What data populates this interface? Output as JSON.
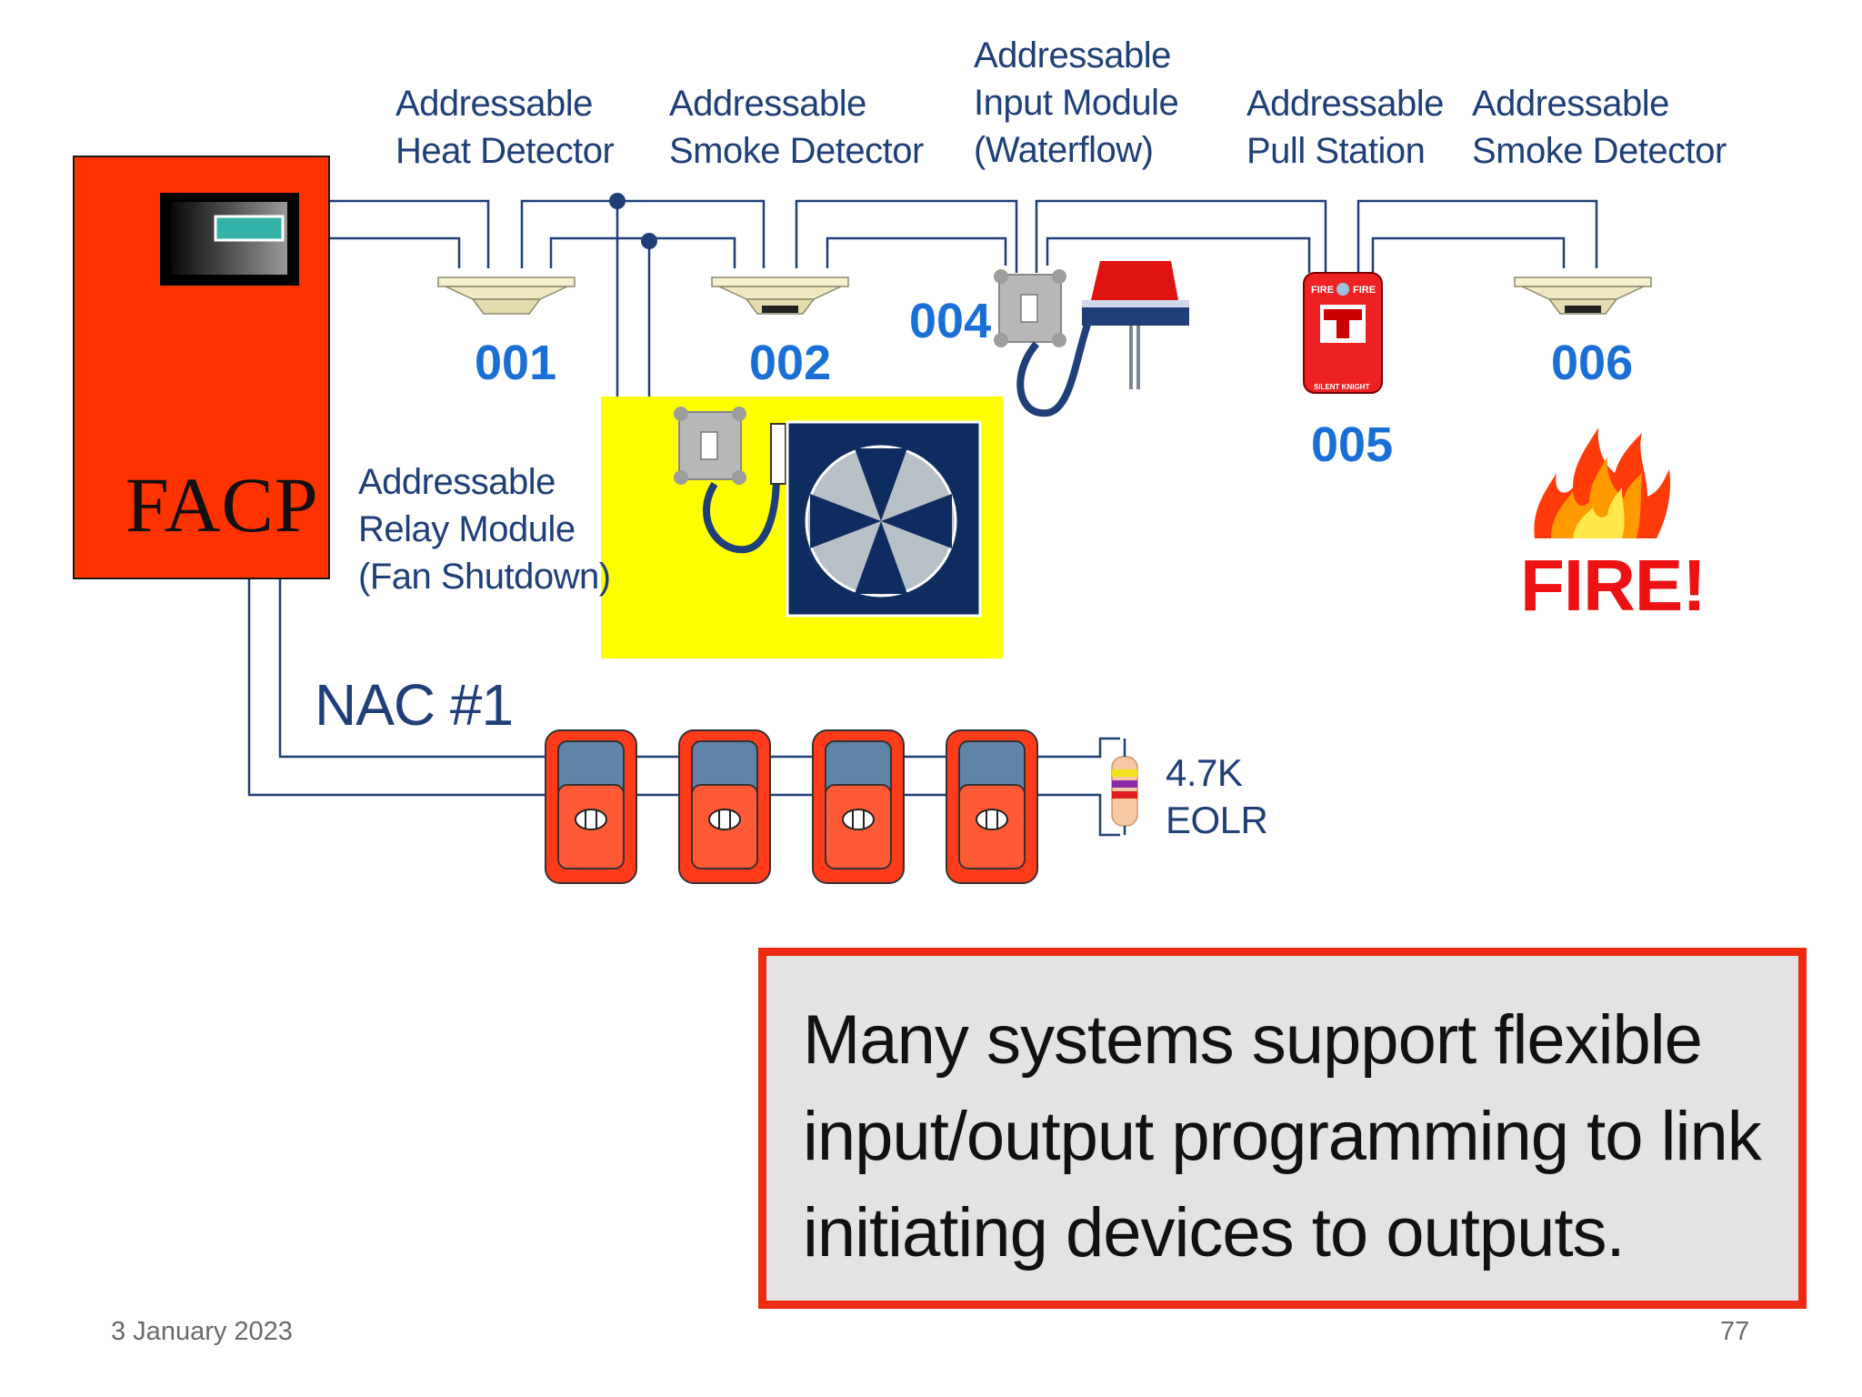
{
  "panel": {
    "label": "FACP"
  },
  "devices": {
    "heat_detector": {
      "label_line1": "Addressable",
      "label_line2": "Heat Detector",
      "address": "001"
    },
    "smoke_detector_1": {
      "label_line1": "Addressable",
      "label_line2": "Smoke Detector",
      "address": "002"
    },
    "input_module": {
      "label_line1": "Addressable",
      "label_line2": "Input Module",
      "label_line3": "(Waterflow)",
      "address": "004"
    },
    "pull_station": {
      "label_line1": "Addressable",
      "label_line2": "Pull Station",
      "address": "005",
      "tag_left": "FIRE",
      "tag_right": "FIRE",
      "bottom_text": "SILENT KNIGHT"
    },
    "smoke_detector_2": {
      "label_line1": "Addressable",
      "label_line2": "Smoke Detector",
      "address": "006"
    },
    "relay_module": {
      "label_line1": "Addressable",
      "label_line2": "Relay Module",
      "label_line3": "(Fan Shutdown)"
    }
  },
  "fire": {
    "label": "FIRE!"
  },
  "nac": {
    "label": "NAC #1",
    "eolr_value": "4.7K",
    "eolr_label": "EOLR",
    "notification_count": 4
  },
  "callout": {
    "text": "Many systems support flexible input/output programming to link initiating devices to outputs."
  },
  "footer": {
    "date": "3 January 2023",
    "page": "77"
  },
  "colors": {
    "wire": "#1f3f78",
    "panel_red": "#ff3300",
    "address_blue": "#1a6fd6",
    "relay_yellow": "#ffff00",
    "fan_navy": "#0f2c60",
    "fire_red": "#ee1111",
    "callout_border": "#ee2a10",
    "callout_fill": "#e3e3e5"
  },
  "icons": [
    "panel-display-icon",
    "heat-detector-icon",
    "smoke-detector-icon",
    "input-module-icon",
    "relay-module-icon",
    "waterflow-switch-icon",
    "pull-station-icon",
    "fan-icon",
    "flame-icon",
    "horn-strobe-icon",
    "resistor-icon"
  ]
}
